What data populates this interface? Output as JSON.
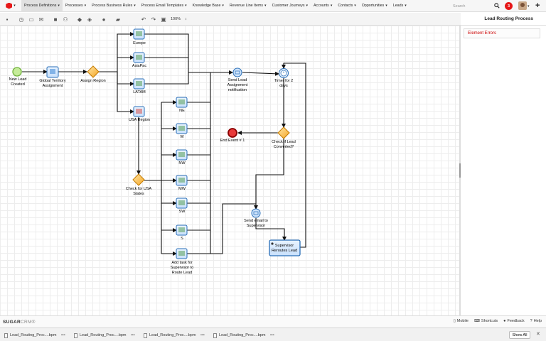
{
  "nav": {
    "items": [
      {
        "label": "Process Definitions",
        "active": true
      },
      {
        "label": "Processes"
      },
      {
        "label": "Process Business Rules"
      },
      {
        "label": "Process Email Templates"
      },
      {
        "label": "Knowledge Base"
      },
      {
        "label": "Revenue Line Items"
      },
      {
        "label": "Customer Journeys"
      },
      {
        "label": "Accounts"
      },
      {
        "label": "Contacts"
      },
      {
        "label": "Opportunities"
      },
      {
        "label": "Leads"
      }
    ],
    "search_placeholder": "Search",
    "notification_count": "3"
  },
  "toolbar": {
    "zoom": "100%",
    "zoom_caret": "↕"
  },
  "header": {
    "title": "Lead Routing Process"
  },
  "panel": {
    "errors_label": "Element Errors"
  },
  "diagram": {
    "start_label_1": "New Lead",
    "start_label_2": "Created",
    "territory_1": "Global Territory",
    "territory_2": "Assignment",
    "assign_region": "Assign Region",
    "europe": "Europe",
    "asiapac": "AsiaPac",
    "latam": "LATAM",
    "usa_region": "USA Region",
    "check_usa_1": "Check for USA",
    "check_usa_2": "States",
    "ne": "NE",
    "w": "W",
    "nw": "NW",
    "mw": "MW",
    "sw": "SW",
    "s": "S",
    "add_task_1": "Add task for",
    "add_task_2": "Supervisor to",
    "add_task_3": "Route Lead",
    "send_lead_1": "Send Lead",
    "send_lead_2": "Assignment",
    "send_lead_3": "notification",
    "timer_1": "Timer for 2",
    "timer_2": "days",
    "end_event": "End Event # 1",
    "check_lead_1": "Check if Lead",
    "check_lead_2": "Converted?",
    "send_email_1": "Send email to",
    "send_email_2": "Supervisor",
    "supervisor_1": "Supervisor",
    "supervisor_2": "Reroutes Lead"
  },
  "footer": {
    "brand": "SUGAR",
    "brand_suffix": "CRM®",
    "mobile": "Mobile",
    "shortcuts": "Shortcuts",
    "feedback": "Feedback",
    "help": "Help"
  },
  "downloads": {
    "items": [
      {
        "name": "Lead_Routing_Proc....bpm"
      },
      {
        "name": "Lead_Routing_Proc....bpm"
      },
      {
        "name": "Lead_Routing_Proc....bpm"
      },
      {
        "name": "Lead_Routing_Proc....bpm"
      }
    ],
    "show_all": "Show All"
  }
}
